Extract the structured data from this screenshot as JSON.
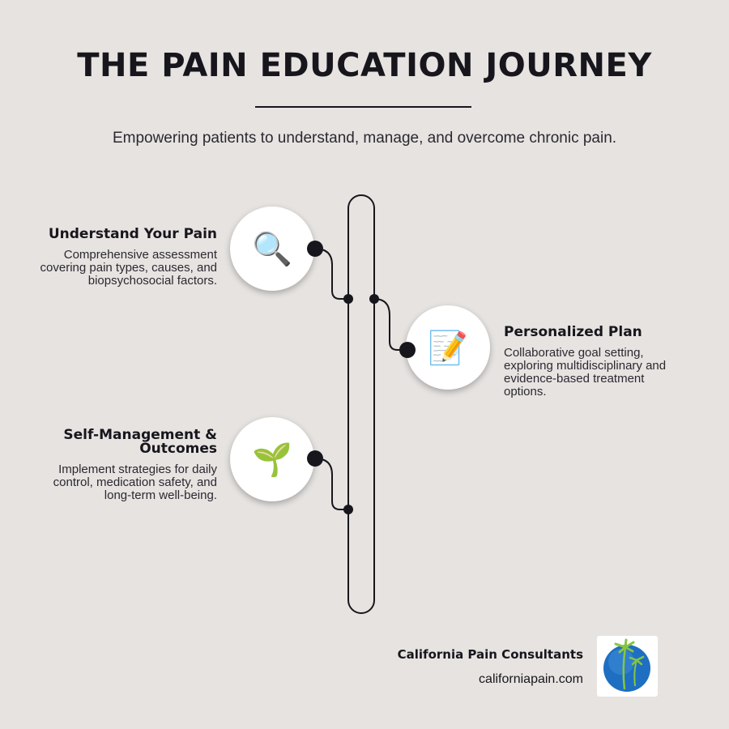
{
  "header": {
    "title": "THE PAIN EDUCATION JOURNEY",
    "subtitle": "Empowering patients to understand, manage, and overcome chronic pain."
  },
  "steps": [
    {
      "title": "Understand Your Pain",
      "description": "Comprehensive assessment covering pain types, causes, and biopsychosocial factors.",
      "icon": "magnifying-glass-icon",
      "glyph": "🔍",
      "side": "left"
    },
    {
      "title": "Personalized Plan",
      "description": "Collaborative goal setting, exploring multidisciplinary and evidence-based treatment options.",
      "icon": "memo-pencil-icon",
      "glyph": "📝",
      "side": "right"
    },
    {
      "title": "Self-Management & Outcomes",
      "description": "Implement strategies for daily control, medication safety, and long-term well-being.",
      "icon": "seedling-icon",
      "glyph": "🌱",
      "side": "left"
    }
  ],
  "footer": {
    "company": "California Pain Consultants",
    "website": "californiapain.com",
    "logo": "palm-tree-globe-logo"
  },
  "colors": {
    "background": "#e6e3e1",
    "ink": "#17161c",
    "logo_blue": "#1e6fc2",
    "logo_green": "#86c540"
  }
}
